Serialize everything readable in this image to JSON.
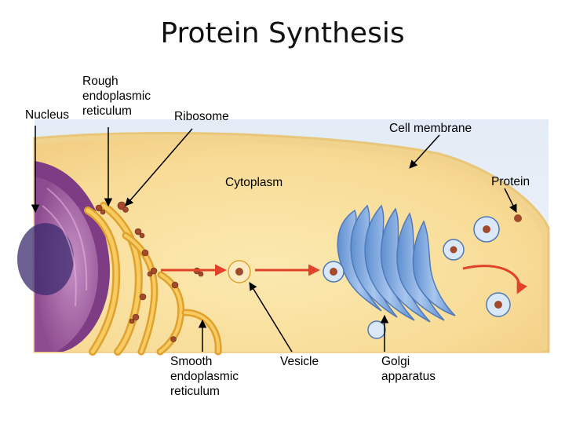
{
  "title": "Protein Synthesis",
  "labels": {
    "nucleus": "Nucleus",
    "rough_er": "Rough\nendoplasmic\nreticulum",
    "ribosome": "Ribosome",
    "cell_membrane": "Cell membrane",
    "cytoplasm": "Cytoplasm",
    "protein": "Protein",
    "smooth_er": "Smooth\nendoplasmic\nreticulum",
    "vesicle": "Vesicle",
    "golgi": "Golgi\napparatus"
  }
}
